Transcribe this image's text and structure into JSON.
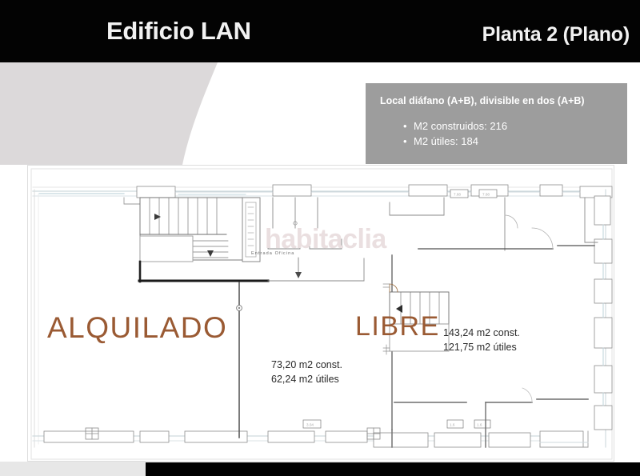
{
  "header": {
    "title_left": "Edificio LAN",
    "title_right": "Planta 2 (Plano)",
    "background_color": "#030303",
    "text_color": "#f2f2f2"
  },
  "info_box": {
    "title": "Local diáfano (A+B), divisible en dos (A+B)",
    "background_color": "#9d9d9d",
    "text_color": "#ffffff",
    "bullets": [
      {
        "dot": "•",
        "text": "M2 construidos: 216"
      },
      {
        "dot": "•",
        "text": "M2 útiles: 184"
      }
    ]
  },
  "floor_plan": {
    "zone_left": {
      "status_label": "ALQUILADO",
      "area_built": "73,20 m2 const.",
      "area_usable": "62,24 m2 útiles"
    },
    "zone_right": {
      "status_label": "LIBRE",
      "area_built": "143,24 m2 const.",
      "area_usable": "121,75 m2 útiles"
    },
    "entrance_label": "Entrada Oficina",
    "status_color": "#9a5a33",
    "area_text_color": "#2a2a2a"
  },
  "watermark": {
    "text": "habitaclia",
    "color": "#eadfe0"
  },
  "decoration": {
    "left_shape_color": "#dcd9da"
  }
}
